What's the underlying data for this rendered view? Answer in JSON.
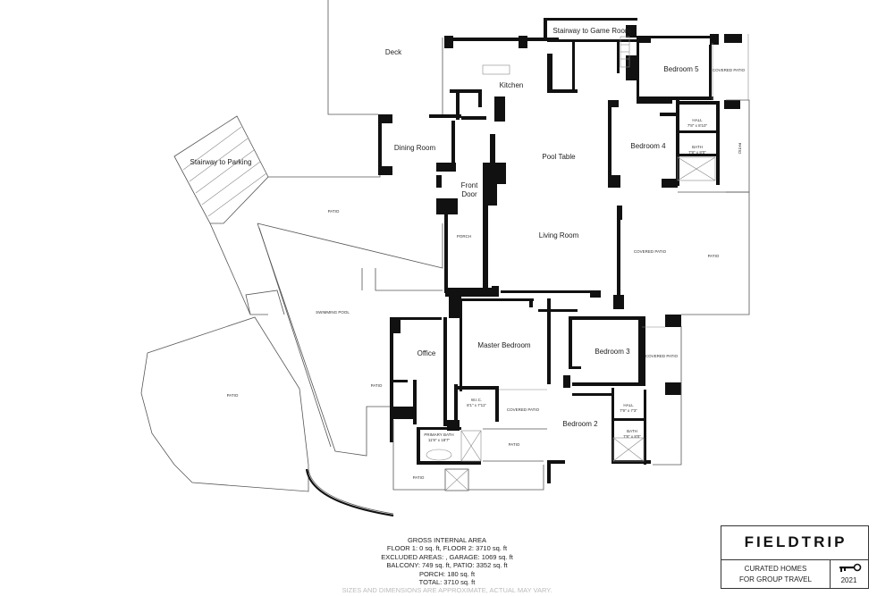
{
  "rooms": {
    "deck": "Deck",
    "stair_game": "Stairway to Game Room",
    "kitchen": "Kitchen",
    "bedroom5": "Bedroom 5",
    "covered_patio_top": "COVERED PATIO",
    "stair_parking": "Stairway to Parking",
    "dining": "Dining Room",
    "pool_table": "Pool Table",
    "bedroom4": "Bedroom 4",
    "hall_b4": "HALL",
    "hall_b4_dim": "7'8\" x 8'10\"",
    "bath_b4": "BATH",
    "bath_b4_dim": "7'8\" x 8'0\"",
    "patio_right_vertical": "PATIO",
    "front_door_1": "Front",
    "front_door_2": "Door",
    "patio_mid": "PATIO",
    "porch": "PORCH",
    "living": "Living Room",
    "covered_patio_mid": "COVERED PATIO",
    "patio_right": "PATIO",
    "swimming_pool": "SWIMMING POOL",
    "office": "Office",
    "master": "Master Bedroom",
    "bedroom3": "Bedroom 3",
    "covered_patio_b3": "COVERED PATIO",
    "patio_left": "PATIO",
    "patio_office": "PATIO",
    "wic": "W.I.C.",
    "wic_dim": "8'1\" x 7'11\"",
    "covered_patio_low": "COVERED PATIO",
    "hall_b2": "HALL",
    "hall_b2_dim": "7'9\" x 7'3\"",
    "bedroom2": "Bedroom 2",
    "bath_b2": "BATH",
    "bath_b2_dim": "7'8\" x 8'0\"",
    "primary_bath": "PRIMARY BATH",
    "primary_bath_dim": "11'9\" x 18'7\"",
    "patio_low": "PATIO",
    "patio_bottom": "PATIO"
  },
  "area": {
    "title": "GROSS INTERNAL AREA",
    "line1": "FLOOR 1: 0 sq. ft, FLOOR 2: 3710 sq. ft",
    "line2": "EXCLUDED AREAS: , GARAGE: 1069 sq. ft",
    "line3": "BALCONY: 749 sq. ft, PATIO: 3352 sq. ft",
    "line4": "PORCH: 180 sq. ft",
    "line5": "TOTAL: 3710 sq. ft",
    "disclaimer": "SIZES AND DIMENSIONS ARE APPROXIMATE, ACTUAL MAY VARY."
  },
  "logo": {
    "brand": "FIELDTRIP",
    "tagline1": "CURATED HOMES",
    "tagline2": "FOR GROUP TRAVEL",
    "year": "2021",
    "icon": "key-icon"
  }
}
